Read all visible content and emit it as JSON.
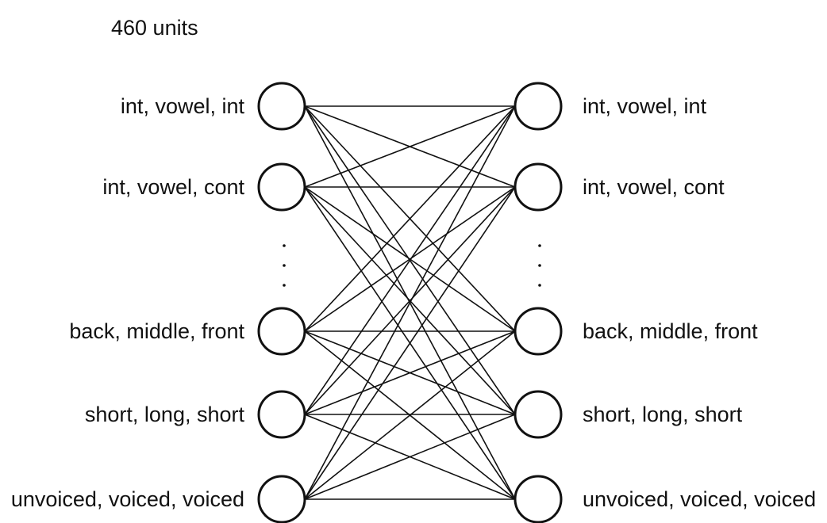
{
  "title": "460 units",
  "layers": {
    "left": {
      "labels": [
        "int, vowel, int",
        "int, vowel, cont",
        "back, middle, front",
        "short, long, short",
        "unvoiced, voiced, voiced"
      ]
    },
    "right": {
      "labels": [
        "int, vowel, int",
        "int, vowel, cont",
        "back, middle, front",
        "short, long, short",
        "unvoiced, voiced, voiced"
      ]
    }
  },
  "connectivity": "fully-connected",
  "ellipsis": "vertical-dots"
}
